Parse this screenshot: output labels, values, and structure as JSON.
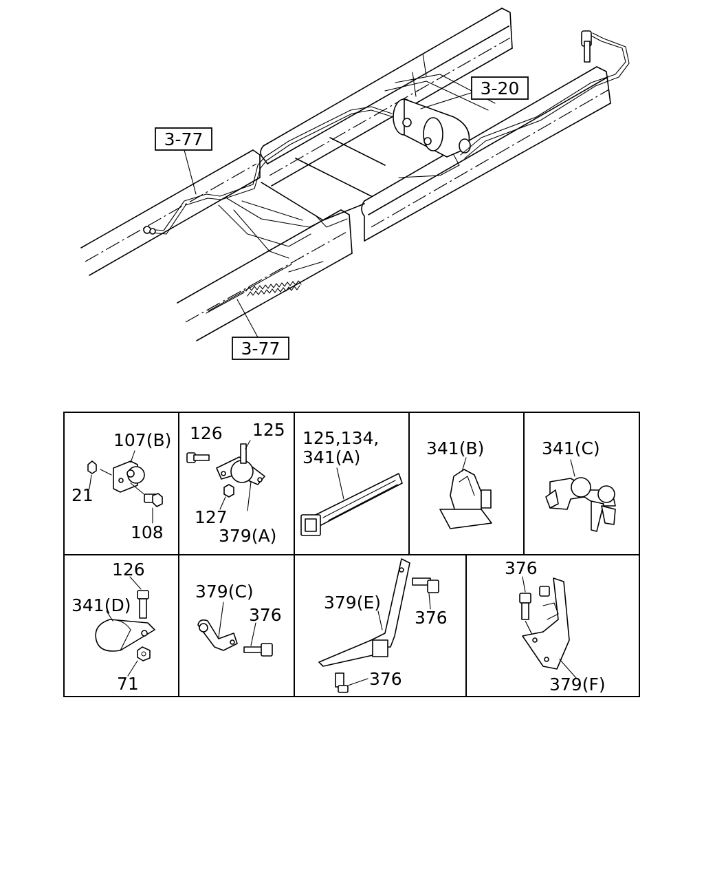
{
  "diagram": {
    "refs": {
      "ref_top_left": "3-77",
      "ref_top_right": "3-20",
      "ref_bottom": "3-77"
    },
    "cells": {
      "c1": {
        "label_a": "107(B)",
        "label_b": "21",
        "label_c": "108"
      },
      "c2": {
        "label_a": "126",
        "label_b": "125",
        "label_c": "127",
        "label_d": "379(A)"
      },
      "c3": {
        "label_a": "125,134,",
        "label_b": "341(A)"
      },
      "c4": {
        "label_a": "341(B)"
      },
      "c5": {
        "label_a": "341(C)"
      },
      "c6": {
        "label_a": "126",
        "label_b": "341(D)",
        "label_c": "71"
      },
      "c7": {
        "label_a": "379(C)",
        "label_b": "376"
      },
      "c8": {
        "label_a": "379(E)",
        "label_b": "376",
        "label_c": "376"
      },
      "c9": {
        "label_a": "376",
        "label_b": "379(F)"
      }
    }
  }
}
